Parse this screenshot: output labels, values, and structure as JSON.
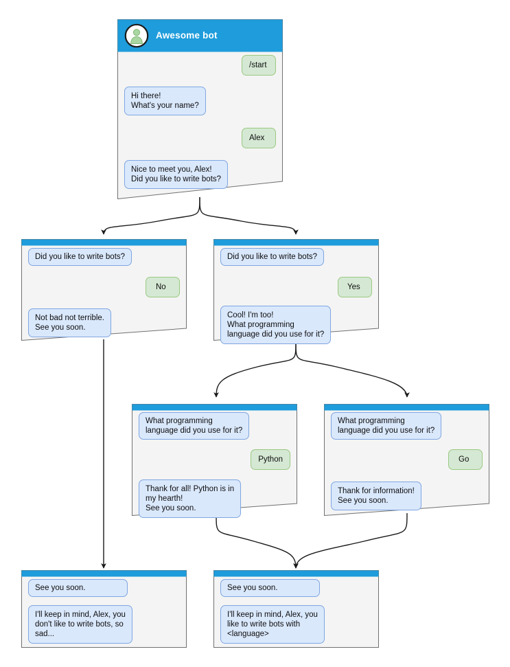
{
  "diagram": {
    "title": "Awesome bot chatbot conversation flow",
    "type": "flowchart",
    "colors": {
      "header_blue": "#1e9cdb",
      "card_body": "#f4f4f4",
      "card_border": "#707070",
      "bot_bubble_fill": "#dae8fc",
      "bot_bubble_stroke": "#7ea6e0",
      "user_bubble_fill": "#d5e8d4",
      "user_bubble_stroke": "#9ac97f",
      "edge_stroke": "#1a1a1a",
      "avatar_fill": "#a9d6a2",
      "avatar_bg": "#ffffff"
    }
  },
  "nodes": {
    "root": {
      "id": "root",
      "title": "Awesome bot",
      "avatar_icon": "person-avatar-icon",
      "messages": [
        {
          "side": "user",
          "text": "/start"
        },
        {
          "side": "bot",
          "text": "Hi there!\nWhat's your name?"
        },
        {
          "side": "user",
          "text": "Alex"
        },
        {
          "side": "bot",
          "text": "Nice to meet you, Alex!\nDid you like to write bots?"
        }
      ]
    },
    "no_branch": {
      "id": "no_branch",
      "messages": [
        {
          "side": "bot",
          "text": "Did you like to write bots?"
        },
        {
          "side": "user",
          "text": "No"
        },
        {
          "side": "bot",
          "text": "Not bad not terrible.\nSee you soon."
        }
      ]
    },
    "yes_branch": {
      "id": "yes_branch",
      "messages": [
        {
          "side": "bot",
          "text": "Did you like to write bots?"
        },
        {
          "side": "user",
          "text": "Yes"
        },
        {
          "side": "bot",
          "text": "Cool! I'm too!\nWhat programming\nlanguage did you use for it?"
        }
      ]
    },
    "python_branch": {
      "id": "python_branch",
      "messages": [
        {
          "side": "bot",
          "text": "What programming\nlanguage did you use for it?"
        },
        {
          "side": "user",
          "text": "Python"
        },
        {
          "side": "bot",
          "text": "Thank for all! Python is in\nmy hearth!\nSee you soon."
        }
      ]
    },
    "go_branch": {
      "id": "go_branch",
      "messages": [
        {
          "side": "bot",
          "text": "What programming\nlanguage did you use for it?"
        },
        {
          "side": "user",
          "text": "Go"
        },
        {
          "side": "bot",
          "text": "Thank for information!\nSee you soon."
        }
      ]
    },
    "end_sad": {
      "id": "end_sad",
      "messages": [
        {
          "side": "bot",
          "text": "See you soon."
        },
        {
          "side": "bot",
          "text": "I'll keep in mind, Alex, you\ndon't like to write bots, so\nsad..."
        }
      ]
    },
    "end_happy": {
      "id": "end_happy",
      "messages": [
        {
          "side": "bot",
          "text": "See you soon."
        },
        {
          "side": "bot",
          "text": "I'll keep in mind, Alex, you\nlike to write bots with\n<language>"
        }
      ]
    }
  }
}
